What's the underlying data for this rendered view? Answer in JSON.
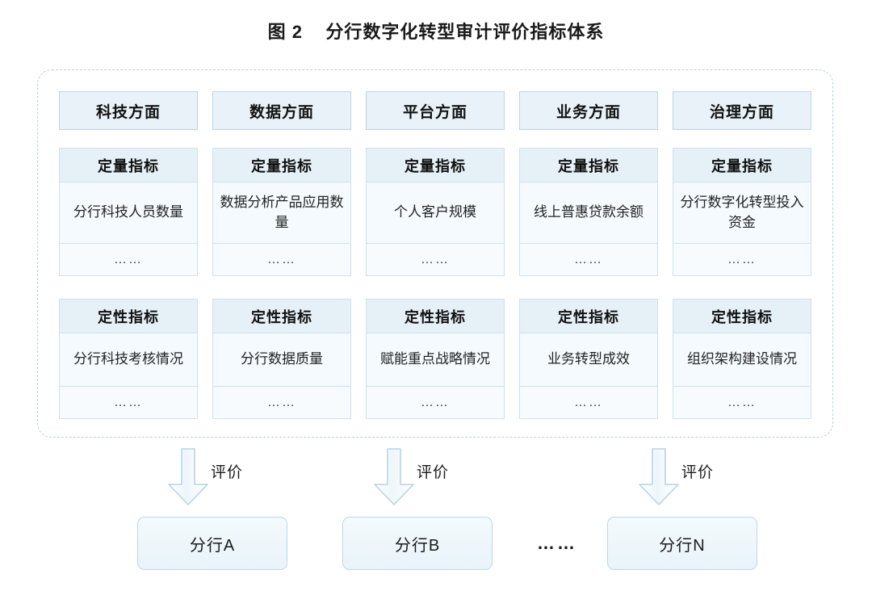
{
  "figure": {
    "title": "图 2    分行数字化转型审计评价指标体系",
    "ellipsis": "……",
    "branch_ellipsis": "……",
    "accent_border": "#bcd4e4",
    "header_fill": "#e9f2f8",
    "group_header_fill": "#e6f0f7",
    "body_fill": "#f4fafd",
    "panel_border": "#b9cfdd"
  },
  "columns": [
    {
      "aspect": "科技方面",
      "quantitative": {
        "label": "定量指标",
        "item": "分行科技人员数量",
        "more": "……"
      },
      "qualitative": {
        "label": "定性指标",
        "item": "分行科技考核情况",
        "more": "……"
      }
    },
    {
      "aspect": "数据方面",
      "quantitative": {
        "label": "定量指标",
        "item": "数据分析产品应用数量",
        "more": "……"
      },
      "qualitative": {
        "label": "定性指标",
        "item": "分行数据质量",
        "more": "……"
      }
    },
    {
      "aspect": "平台方面",
      "quantitative": {
        "label": "定量指标",
        "item": "个人客户规模",
        "more": "……"
      },
      "qualitative": {
        "label": "定性指标",
        "item": "赋能重点战略情况",
        "more": "……"
      }
    },
    {
      "aspect": "业务方面",
      "quantitative": {
        "label": "定量指标",
        "item": "线上普惠贷款余额",
        "more": "……"
      },
      "qualitative": {
        "label": "定性指标",
        "item": "业务转型成效",
        "more": "……"
      }
    },
    {
      "aspect": "治理方面",
      "quantitative": {
        "label": "定量指标",
        "item": "分行数字化转型投入资金",
        "more": "……"
      },
      "qualitative": {
        "label": "定性指标",
        "item": "组织架构建设情况",
        "more": "……"
      }
    }
  ],
  "arrows": [
    {
      "label": "评价"
    },
    {
      "label": "评价"
    },
    {
      "label": "评价"
    }
  ],
  "branches": [
    {
      "label": "分行A"
    },
    {
      "label": "分行B"
    },
    {
      "label": "分行N"
    }
  ]
}
